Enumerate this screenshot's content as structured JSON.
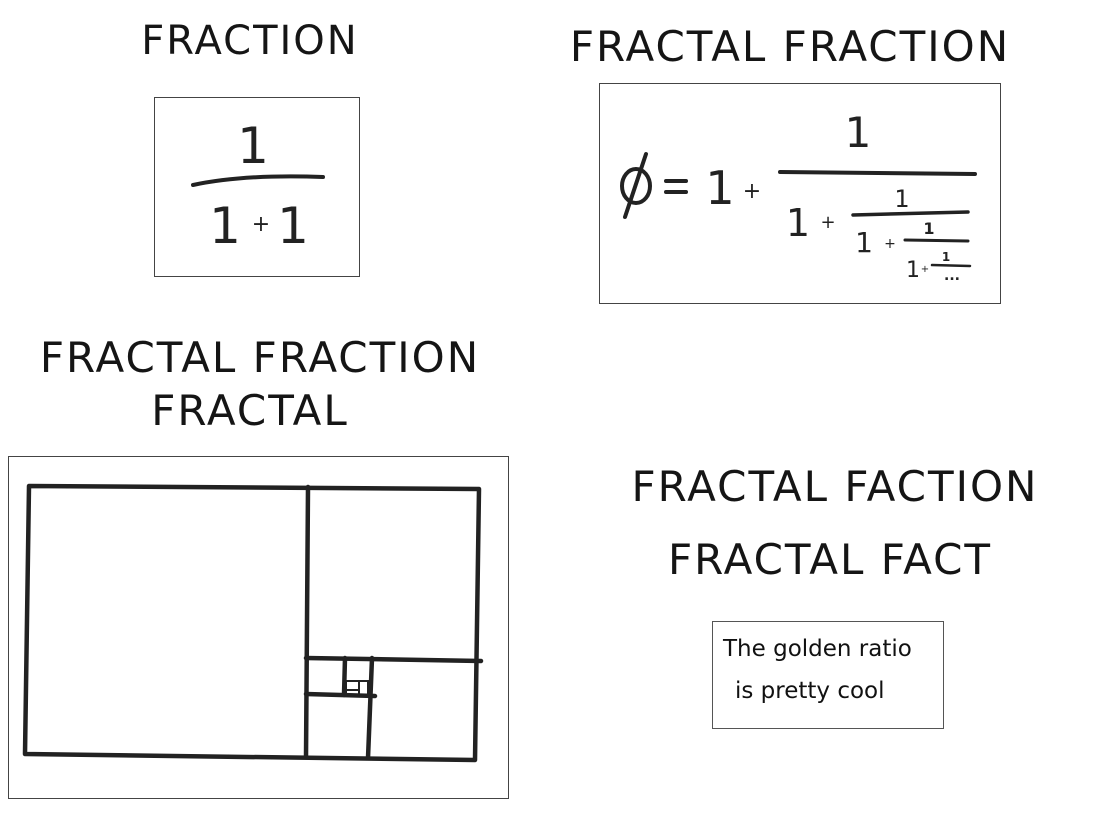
{
  "panels": [
    {
      "id": "fraction",
      "title": "FRACTION",
      "content": {
        "numerator": "1",
        "denominator": "1 + 1"
      }
    },
    {
      "id": "fractal-fraction",
      "title": "FRACTAL FRACTION",
      "content": {
        "lhs": "ϕ",
        "equals": "=",
        "expression": "1 + 1 / (1 + 1 / (1 + 1 / (1 + 1 / ...)))",
        "terms": [
          "1",
          "+",
          "1",
          "1",
          "+",
          "1",
          "1",
          "+",
          "1",
          "1",
          "+",
          "1",
          "..."
        ]
      }
    },
    {
      "id": "fractal-fraction-fractal",
      "title_line1": "FRACTAL FRACTION",
      "title_line2": "FRACTAL",
      "content": {
        "description": "golden rectangle subdivided into squares"
      }
    },
    {
      "id": "fractal-faction-fractal-fact",
      "title_line1": "FRACTAL FACTION",
      "title_line2": "FRACTAL FACT",
      "content": {
        "note_line1": "The golden ratio",
        "note_line2": "is pretty cool"
      }
    }
  ],
  "colors": {
    "ink": "#1c1c1c",
    "border": "#444444",
    "background": "#ffffff"
  }
}
